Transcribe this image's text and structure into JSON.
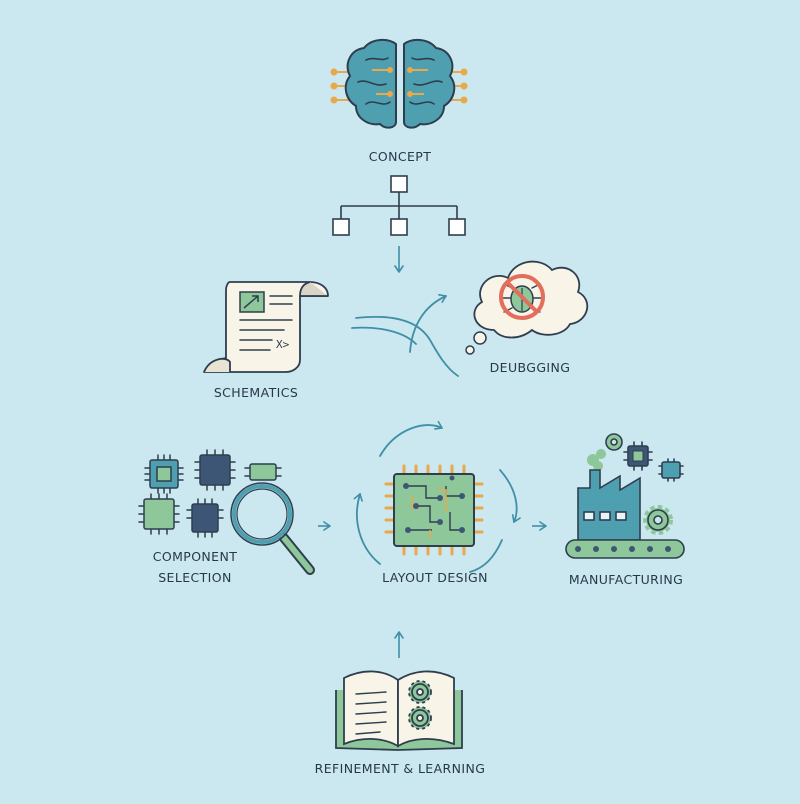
{
  "stages": {
    "concept": "CONCEPT",
    "schematics": "SCHEMATICS",
    "debugging": "DEUBGGING",
    "component_selection": "COMPONENT\nSELECTION",
    "layout_design": "LAYOUT DESIGN",
    "manufacturing": "MANUFACTURING",
    "refinement": "REFINEMENT & LEARNING"
  },
  "colors": {
    "background": "#cbe7ef",
    "outline": "#2f3e4f",
    "teal": "#4e9fb0",
    "green": "#8ec79a",
    "dark_chip": "#3d5676",
    "orange": "#e8a94a",
    "warning": "#e36e5c",
    "paper": "#f8f4e8",
    "arrow": "#3f8fa6"
  },
  "icons": {
    "concept": "brain-circuit-icon",
    "hierarchy": "org-tree-icon",
    "schematics": "schematic-scroll-icon",
    "debugging": "no-bug-thought-icon",
    "component_selection": "chips-magnifier-icon",
    "layout_design": "pcb-chip-icon",
    "manufacturing": "factory-conveyor-icon",
    "refinement": "book-gears-icon"
  }
}
